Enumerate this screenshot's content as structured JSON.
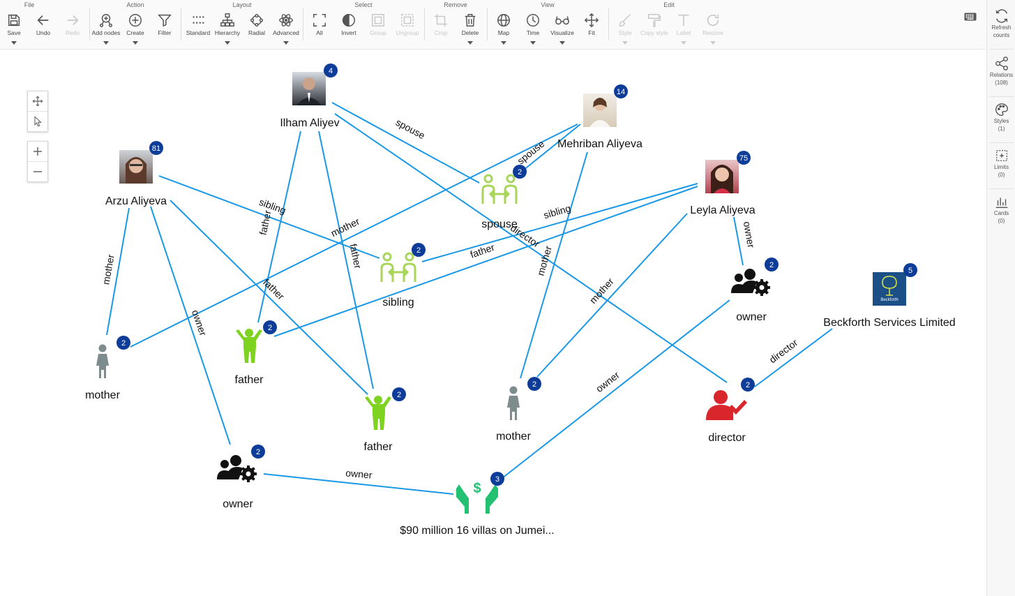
{
  "toolbar": {
    "groups": {
      "file": "File",
      "action": "Action",
      "layout": "Layout",
      "select": "Select",
      "remove": "Remove",
      "view": "View",
      "edit": "Edit"
    },
    "buttons": {
      "save": "Save",
      "undo": "Undo",
      "redo": "Redo",
      "add_nodes": "Add nodes",
      "create": "Create",
      "filter": "Filter",
      "standard": "Standard",
      "hierarchy": "Hierarchy",
      "radial": "Radial",
      "advanced": "Advanced",
      "all": "All",
      "invert": "Invert",
      "group": "Group",
      "ungroup": "Ungroup",
      "crop": "Crop",
      "delete": "Delete",
      "map": "Map",
      "time": "Time",
      "visualize": "Visualize",
      "fit": "Fit",
      "style": "Style",
      "copy_style": "Copy style",
      "label": "Label",
      "restore": "Restore"
    }
  },
  "right_panel": {
    "refresh": "Refresh counts",
    "relations": "Relations",
    "relations_count": "(108)",
    "styles": "Styles",
    "styles_count": "(1)",
    "limits": "Limits",
    "limits_count": "(0)",
    "cards": "Cards",
    "cards_count": "(0)"
  },
  "colors": {
    "edge": "#1a98e8",
    "badge": "#0d3d99",
    "lime": "#7ed321",
    "teal": "#25c173",
    "gray": "#7f8c8d",
    "red": "#d9262c",
    "light_green": "#a8d65a"
  },
  "nodes": {
    "ilham": {
      "label": "Ilham Aliyev",
      "badge": "4",
      "kind": "photo"
    },
    "mehriban": {
      "label": "Mehriban Aliyeva",
      "badge": "14",
      "kind": "photo"
    },
    "arzu": {
      "label": "Arzu Aliyeva",
      "badge": "81",
      "kind": "photo"
    },
    "leyla": {
      "label": "Leyla Aliyeva",
      "badge": "75",
      "kind": "photo"
    },
    "spouse": {
      "label": "spouse",
      "badge": "2",
      "kind": "pair-icon"
    },
    "sibling": {
      "label": "sibling",
      "badge": "2",
      "kind": "pair-icon"
    },
    "owner1": {
      "label": "owner",
      "badge": "2",
      "kind": "group-gear-icon"
    },
    "owner2": {
      "label": "owner",
      "badge": "2",
      "kind": "group-gear-icon"
    },
    "beckforth": {
      "label": "Beckforth Services Limited",
      "badge": "5",
      "kind": "logo"
    },
    "mother1": {
      "label": "mother",
      "badge": "2",
      "kind": "woman-icon"
    },
    "mother2": {
      "label": "mother",
      "badge": "2",
      "kind": "woman-icon"
    },
    "father1": {
      "label": "father",
      "badge": "2",
      "kind": "child-icon"
    },
    "father2": {
      "label": "father",
      "badge": "2",
      "kind": "child-icon"
    },
    "director": {
      "label": "director",
      "badge": "2",
      "kind": "user-check-icon"
    },
    "asset": {
      "label": "$90 million 16 villas on Jumei...",
      "badge": "3",
      "kind": "money-hands-icon"
    }
  },
  "edges": [
    {
      "from": "ilham",
      "to": "spouse",
      "label": "spouse"
    },
    {
      "from": "mehriban",
      "to": "spouse",
      "label": "spouse"
    },
    {
      "from": "arzu",
      "to": "sibling",
      "label": "sibling"
    },
    {
      "from": "leyla",
      "to": "sibling",
      "label": "sibling"
    },
    {
      "from": "arzu",
      "to": "mother1",
      "label": "mother"
    },
    {
      "from": "mehriban",
      "to": "mother1",
      "label": "mother"
    },
    {
      "from": "ilham",
      "to": "father1",
      "label": "father"
    },
    {
      "from": "leyla",
      "to": "father1",
      "label": "father"
    },
    {
      "from": "ilham",
      "to": "father2",
      "label": "father"
    },
    {
      "from": "arzu",
      "to": "father2",
      "label": "father"
    },
    {
      "from": "mehriban",
      "to": "mother2",
      "label": "mother"
    },
    {
      "from": "leyla",
      "to": "mother2",
      "label": "mother"
    },
    {
      "from": "arzu",
      "to": "owner1",
      "label": "owner"
    },
    {
      "from": "owner1",
      "to": "asset",
      "label": "owner"
    },
    {
      "from": "leyla",
      "to": "owner2",
      "label": "owner"
    },
    {
      "from": "owner2",
      "to": "asset",
      "label": "owner"
    },
    {
      "from": "ilham",
      "to": "director",
      "label": "director"
    },
    {
      "from": "beckforth",
      "to": "director",
      "label": "director"
    }
  ],
  "beckforth_logo_text": "Beckforth"
}
